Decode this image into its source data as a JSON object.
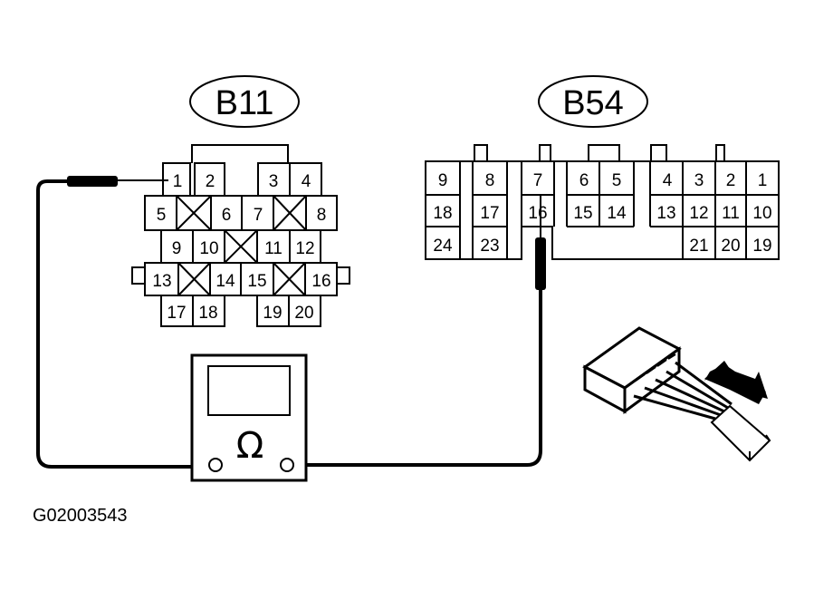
{
  "connectors": {
    "b11": {
      "label": "B11",
      "pins": [
        "1",
        "2",
        "3",
        "4",
        "5",
        "6",
        "7",
        "8",
        "9",
        "10",
        "11",
        "12",
        "13",
        "14",
        "15",
        "16",
        "17",
        "18",
        "19",
        "20"
      ]
    },
    "b54": {
      "label": "B54",
      "pins": [
        "1",
        "2",
        "3",
        "4",
        "5",
        "6",
        "7",
        "8",
        "9",
        "10",
        "11",
        "12",
        "13",
        "14",
        "15",
        "16",
        "17",
        "18",
        "19",
        "20",
        "21",
        "23",
        "24"
      ]
    }
  },
  "meter": {
    "symbol": "Ω"
  },
  "figure_id": "G02003543"
}
